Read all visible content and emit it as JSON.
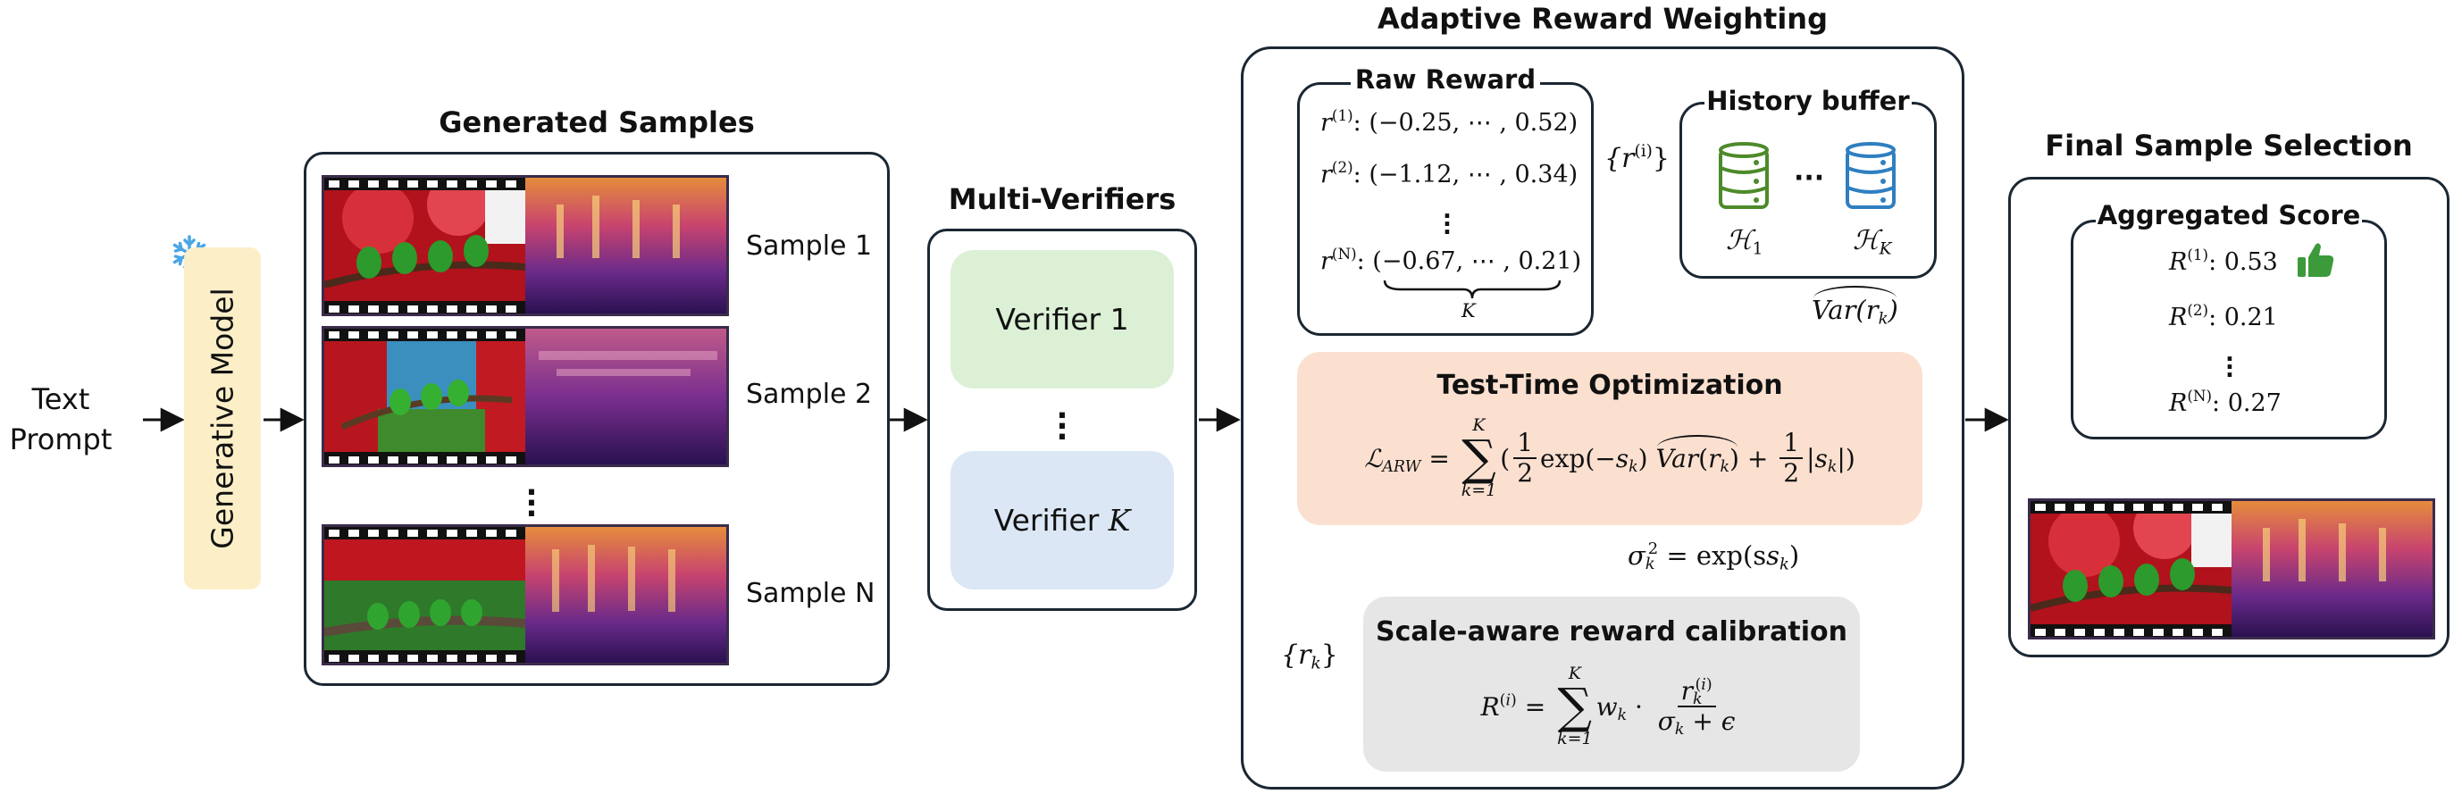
{
  "input": {
    "line1": "Text",
    "line2": "Prompt"
  },
  "generator": {
    "label": "Generative Model",
    "icon": "snowflake-icon"
  },
  "samples": {
    "title": "Generated Samples",
    "items": [
      {
        "label": "Sample 1"
      },
      {
        "label": "Sample 2"
      },
      {
        "label": "Sample N"
      }
    ]
  },
  "verifiers": {
    "title": "Multi-Verifiers",
    "v1": "Verifier 1",
    "vk_text": "Verifier ",
    "vk_var": "K"
  },
  "arw": {
    "title": "Adaptive Reward Weighting",
    "raw": {
      "title": "Raw Reward",
      "rows": [
        {
          "sup": "(1)",
          "vals": ": (−0.25, ⋯ , 0.52)"
        },
        {
          "sup": "(2)",
          "vals": ": (−1.12, ⋯ , 0.34)"
        },
        {
          "sup": "(N)",
          "vals": ": (−0.67, ⋯ , 0.21)"
        }
      ],
      "brace_label": "K"
    },
    "history": {
      "title": "History buffer",
      "h1": "1",
      "hk": "K",
      "dots": "···"
    },
    "set_label": "{r",
    "set_sup": "(i)",
    "var_label": "Var(r",
    "tto": {
      "title": "Test-Time Optimization",
      "loss_sub": "ARW"
    },
    "sigma_eq": "= exp(s",
    "rk_set": "{r",
    "calib": {
      "title": "Scale-aware reward calibration"
    }
  },
  "final": {
    "title": "Final Sample Selection",
    "agg_title": "Aggregated Score",
    "scores": [
      {
        "sup": "(1)",
        "value": ": 0.53"
      },
      {
        "sup": "(2)",
        "value": ": 0.21"
      },
      {
        "sup": "(N)",
        "value": ": 0.27"
      }
    ],
    "icon": "thumbs-up-icon"
  },
  "colors": {
    "border": "#1b2733",
    "generator_fill": "#fcefc8",
    "verifier1_fill": "#dcf0d6",
    "verifierk_fill": "#dbe7f4",
    "tto_fill": "#fbe0d0",
    "calib_fill": "#e6e6e6",
    "db_green": "#4d8a2a",
    "db_blue": "#2f7fc0",
    "thumb_green": "#3c9a3a"
  }
}
